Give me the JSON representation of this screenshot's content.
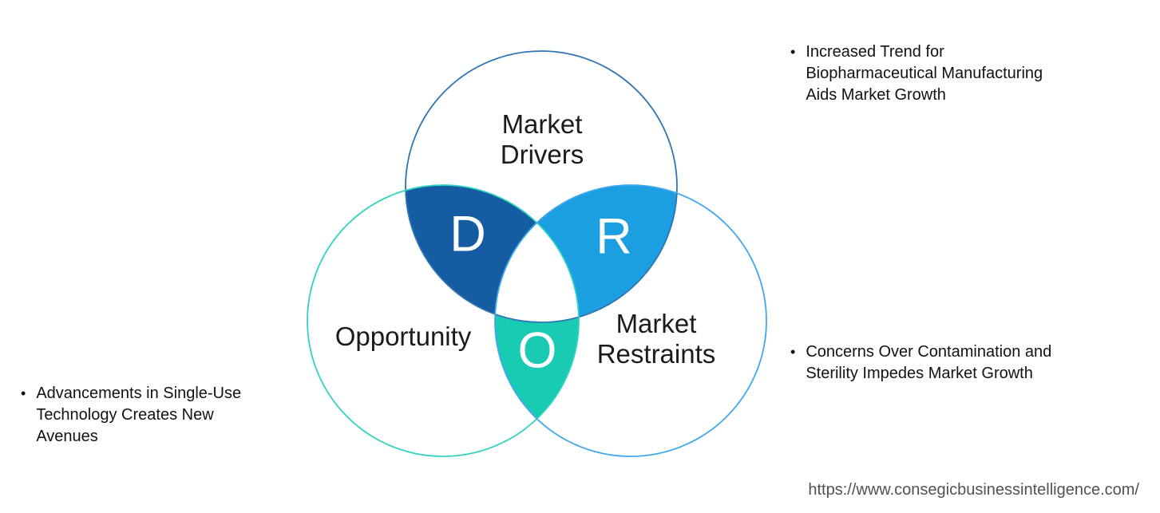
{
  "diagram": {
    "drivers": {
      "label_lines": [
        "Market",
        "Drivers"
      ],
      "letter": "D"
    },
    "opportunity": {
      "label_lines": [
        "Opportunity"
      ],
      "letter": "O"
    },
    "restraints": {
      "label_lines": [
        "Market",
        "Restraints"
      ],
      "letter": "R"
    },
    "colors": {
      "drivers_overlap_fill": "#155CA2",
      "restraints_overlap_fill": "#1B9FE0",
      "opportunity_overlap_fill": "#19CBB2",
      "drivers_circle_stroke": "#2E74B5",
      "opportunity_circle_stroke": "#2ED3C2",
      "restraints_circle_stroke": "#3FA8EC",
      "letter_color": "#FFFFFF",
      "label_color": "#1B1B1B"
    }
  },
  "annotations": {
    "bullet_glyph": "•",
    "drivers_note": {
      "lines": [
        "Increased Trend for",
        "Biopharmaceutical Manufacturing",
        "Aids Market Growth"
      ]
    },
    "opportunity_note": {
      "lines": [
        "Advancements in Single-Use",
        "Technology Creates New",
        "Avenues"
      ]
    },
    "restraints_note": {
      "lines": [
        "Concerns Over Contamination and",
        "Sterility Impedes Market Growth"
      ]
    }
  },
  "footer": {
    "url": "https://www.consegicbusinessintelligence.com/"
  }
}
